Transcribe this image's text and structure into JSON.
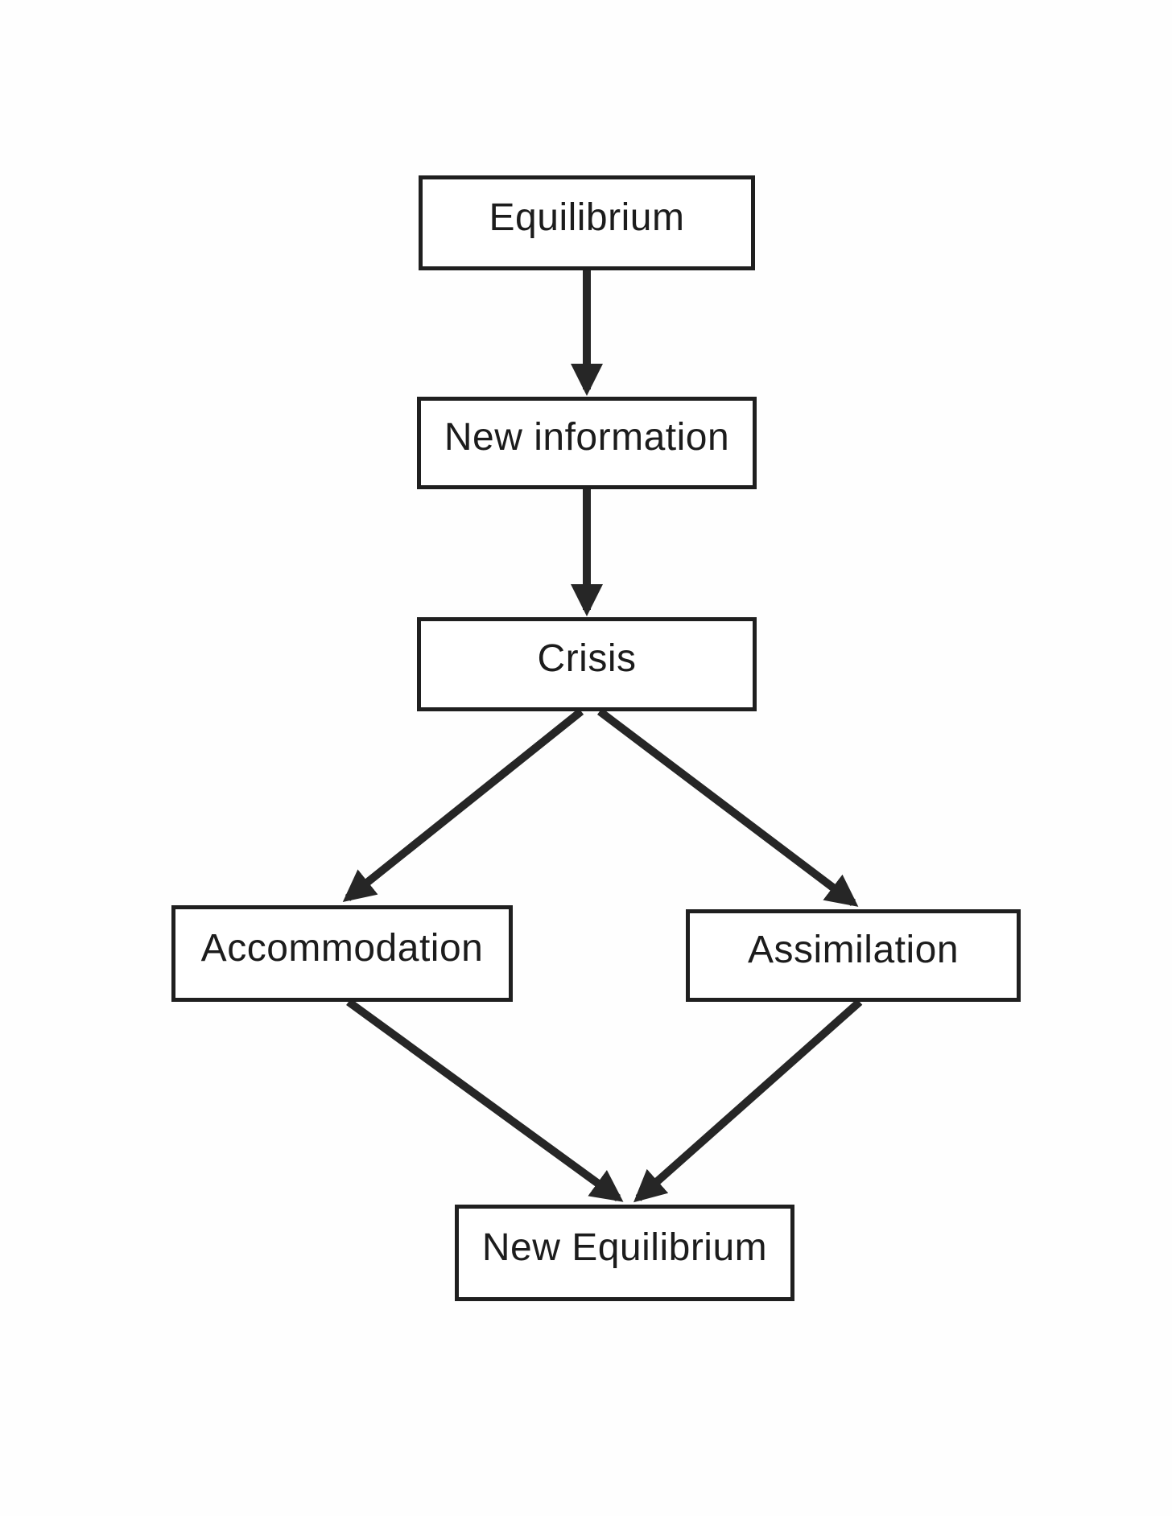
{
  "diagram": {
    "type": "flowchart",
    "nodes": [
      {
        "id": "equilibrium",
        "label": "Equilibrium"
      },
      {
        "id": "new-information",
        "label": "New information"
      },
      {
        "id": "crisis",
        "label": "Crisis"
      },
      {
        "id": "accommodation",
        "label": "Accommodation"
      },
      {
        "id": "assimilation",
        "label": "Assimilation"
      },
      {
        "id": "new-equilibrium",
        "label": "New Equilibrium"
      }
    ],
    "edges": [
      {
        "from": "Equilibrium",
        "to": "New information"
      },
      {
        "from": "New information",
        "to": "Crisis"
      },
      {
        "from": "Crisis",
        "to": "Accommodation"
      },
      {
        "from": "Crisis",
        "to": "Assimilation"
      },
      {
        "from": "Accommodation",
        "to": "New Equilibrium"
      },
      {
        "from": "Assimilation",
        "to": "New Equilibrium"
      }
    ],
    "colors": {
      "line": "#262626",
      "box_border": "#1f1f1f",
      "text": "#1c1c1c",
      "background": "#ffffff"
    }
  }
}
